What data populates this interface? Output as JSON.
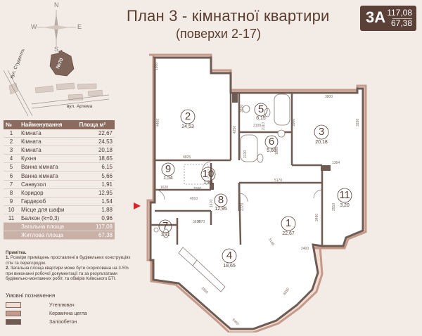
{
  "title": {
    "main": "План 3 - кімнатної квартири",
    "sub": "(поверхи 2-17)"
  },
  "badge": {
    "code": "3А",
    "total_area": "117,08",
    "living_area": "67,38"
  },
  "compass": {
    "n": "N",
    "s": "S",
    "e": "E",
    "w": "W"
  },
  "site_map": {
    "building_number": "№70",
    "street_1": "вул. Студентська",
    "street_2": "вул. Артема"
  },
  "table": {
    "headers": [
      "№",
      "Найменування",
      "Площа м²"
    ],
    "rows": [
      [
        "1",
        "Кімната",
        "22,67"
      ],
      [
        "2",
        "Кімната",
        "24,53"
      ],
      [
        "3",
        "Кімната",
        "20,18"
      ],
      [
        "4",
        "Кухня",
        "18,65"
      ],
      [
        "5",
        "Ванна кімната",
        "6,15"
      ],
      [
        "6",
        "Ванна кімната",
        "5,66"
      ],
      [
        "7",
        "Санвузол",
        "1,91"
      ],
      [
        "8",
        "Коридор",
        "12,95"
      ],
      [
        "9",
        "Гардероб",
        "1,54"
      ],
      [
        "10",
        "Місце для шафи",
        "1,88"
      ],
      [
        "11",
        "Балкон (k=0,3)",
        "0,96"
      ]
    ],
    "total_label": "Загальна площа",
    "total_value": "117,08",
    "living_label": "Житлова площа",
    "living_value": "67,38"
  },
  "notes": {
    "heading": "Примітка.",
    "n1_num": "1.",
    "n1": "Розміри приміщень проставлені в будівельних конструкціях стін та перегородок.",
    "n2_num": "2.",
    "n2": "Загальна площа квартири може бути скоригована на 3-5% при виконанні робочої документації та за результатами будівельно-монтажних робіт, та обмірів Київського БТІ."
  },
  "legend": {
    "title": "Умовні позначення",
    "items": [
      {
        "label": "Утеплювач",
        "color": "#f1ddd2"
      },
      {
        "label": "Керамічна цегла",
        "color": "#c59a8b"
      },
      {
        "label": "Залізобетон",
        "color": "#6e5b53"
      }
    ]
  },
  "plan": {
    "rooms": [
      {
        "num": "1",
        "area": "22,67"
      },
      {
        "num": "2",
        "area": "24,53"
      },
      {
        "num": "3",
        "area": "20,18"
      },
      {
        "num": "4",
        "area": "18,65"
      },
      {
        "num": "5",
        "area": "6,15"
      },
      {
        "num": "6",
        "area": "5,66"
      },
      {
        "num": "7",
        "area": "1,91"
      },
      {
        "num": "8",
        "area": "12,95"
      },
      {
        "num": "9",
        "area": "1,54"
      },
      {
        "num": "10",
        "area": "1,88"
      },
      {
        "num": "11",
        "area": "3,20"
      }
    ],
    "dims": [
      "1850",
      "4400",
      "4825",
      "3800",
      "5170",
      "3900",
      "1364",
      "3330",
      "3820",
      "2130",
      "4910",
      "1990",
      "1620",
      "4250",
      "3670",
      "2770",
      "2400",
      "1670",
      "5160",
      "2910",
      "3480",
      "3850",
      "6890",
      "6460",
      "2110",
      "2100",
      "1880",
      "3670"
    ]
  },
  "colors": {
    "wall": "#6e5b53",
    "brick": "#c59a8b",
    "insulation": "#f1ddd2",
    "entrance_arrow": "#d9232a"
  }
}
